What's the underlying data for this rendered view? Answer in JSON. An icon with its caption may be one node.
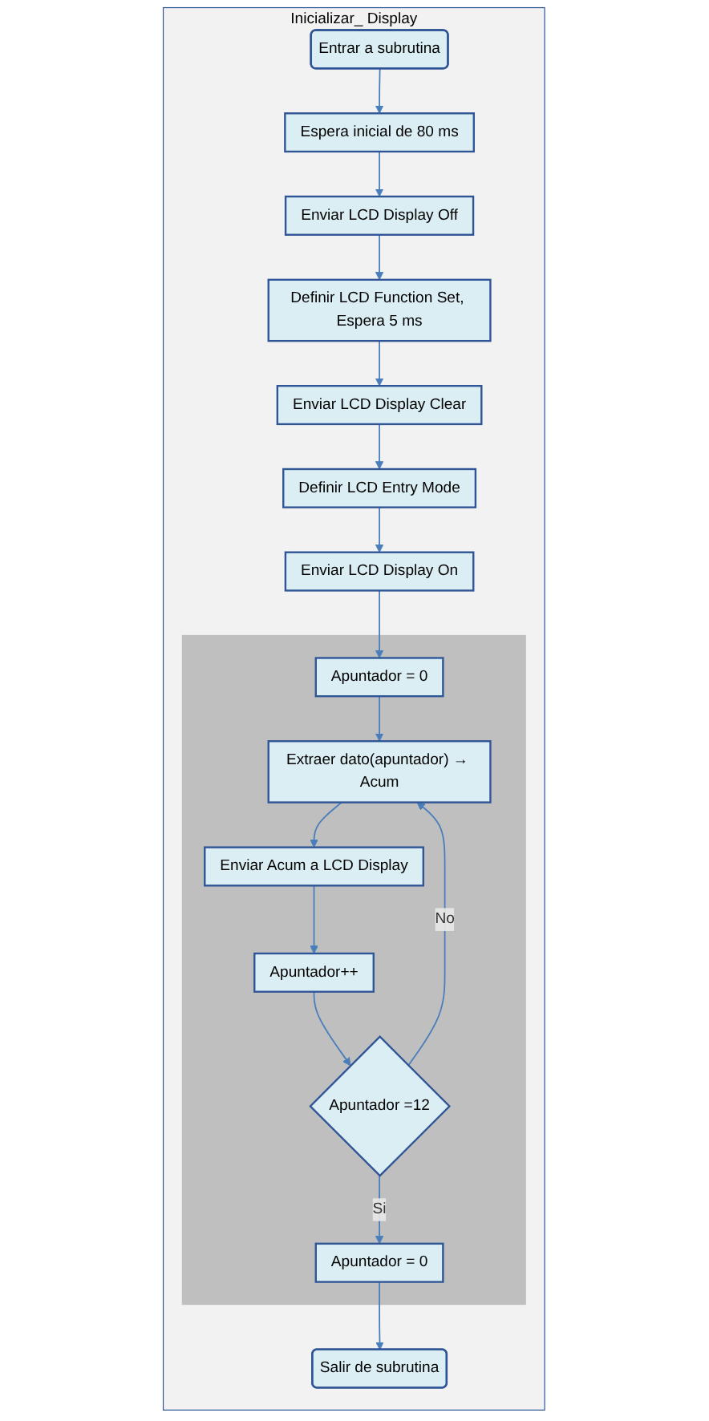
{
  "diagram": {
    "nodes": [
      {
        "text": [
          "Inicializar_ Display"
        ]
      },
      {
        "text": [
          "Entrar a subrutina"
        ],
        "in": 0
      },
      {
        "text": [
          "Espera inicial de 80 ms"
        ],
        "in": 0
      },
      {
        "text": [
          "Enviar LCD Display Off"
        ],
        "in": 0
      },
      {
        "text": [
          "Definir LCD Function Set, Espera 5 ms"
        ],
        "in": 0
      },
      {
        "text": [
          "Enviar LCD Display Clear"
        ],
        "in": 0
      },
      {
        "text": [
          "Definir LCD Entry Mode"
        ],
        "in": 0
      },
      {
        "text": [
          "Enviar LCD Display On"
        ],
        "in": 0
      },
      {
        "text": [],
        "shape": "box",
        "in": 0
      },
      {
        "text": [
          "Apuntador = 0"
        ],
        "in": 8
      },
      {
        "text": [
          "Extraer dato(apuntador) → Acum"
        ],
        "in": 8
      },
      {
        "text": [
          "Enviar Acum a LCD Display"
        ],
        "in": 8
      },
      {
        "text": [
          "Apuntador++"
        ],
        "in": 8
      },
      {
        "text": [
          "Apuntador =12"
        ],
        "in": 8
      },
      {
        "text": [
          "Apuntador = 0"
        ],
        "in": 8
      },
      {
        "text": [
          "Salir de subrutina"
        ],
        "in": 0
      }
    ],
    "edges": [
      {
        "from": 1,
        "to": 2,
        "arrow": "to"
      },
      {
        "from": 2,
        "to": 3,
        "arrow": "to"
      },
      {
        "from": 3,
        "to": 4,
        "arrow": "to"
      },
      {
        "from": 4,
        "to": 5,
        "arrow": "to"
      },
      {
        "from": 5,
        "to": 6,
        "arrow": "to"
      },
      {
        "from": 6,
        "to": 7,
        "arrow": "to"
      },
      {
        "from": 7,
        "to": 9,
        "arrow": "to"
      },
      {
        "from": 9,
        "to": 10,
        "arrow": "to"
      },
      {
        "from": 10,
        "to": 11,
        "arrow": "to"
      },
      {
        "from": 11,
        "to": 12,
        "arrow": "to"
      },
      {
        "from": 12,
        "to": 13,
        "arrow": "to"
      },
      {
        "from": 13,
        "to": 10,
        "label": "No",
        "arrow": "to"
      },
      {
        "from": 13,
        "to": 14,
        "label": "Si",
        "arrow": "to"
      },
      {
        "from": 14,
        "to": 15,
        "arrow": "to"
      }
    ]
  }
}
